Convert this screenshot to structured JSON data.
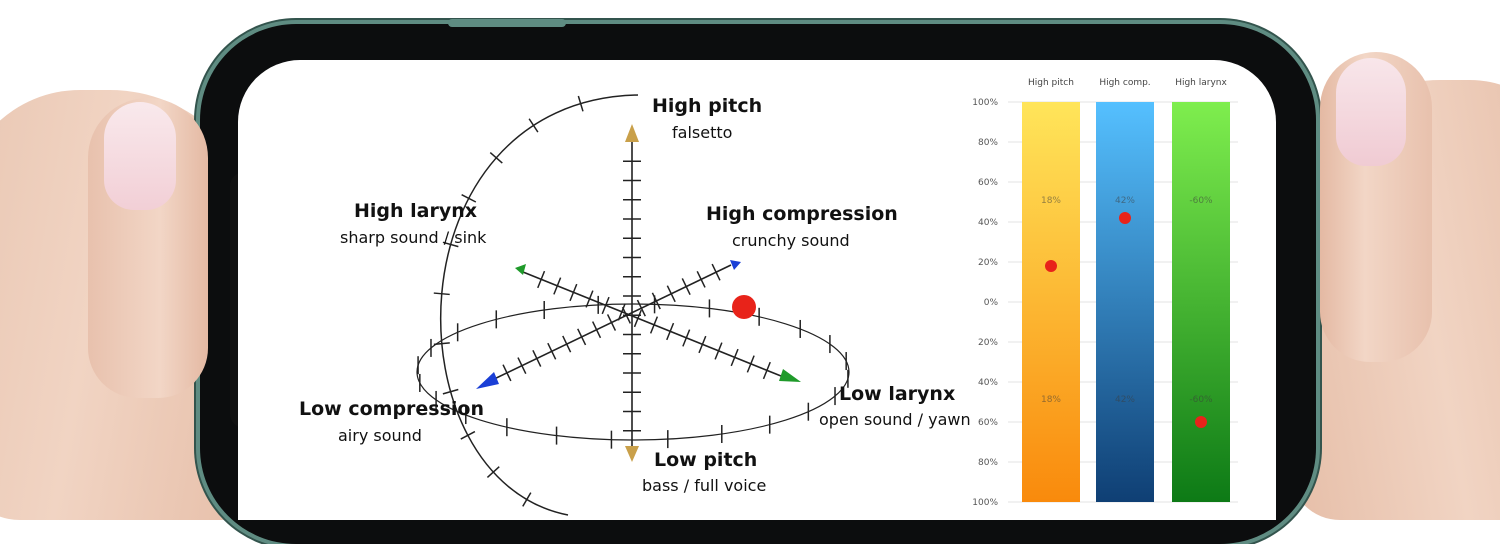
{
  "space": {
    "axes": {
      "high_pitch": {
        "title": "High pitch",
        "subtitle": "falsetto"
      },
      "low_pitch": {
        "title": "Low pitch",
        "subtitle": "bass / full voice"
      },
      "high_larynx": {
        "title": "High larynx",
        "subtitle": "sharp sound / sink"
      },
      "low_larynx": {
        "title": "Low larynx",
        "subtitle": "open sound / yawn"
      },
      "high_compression": {
        "title": "High compression",
        "subtitle": "crunchy sound"
      },
      "low_compression": {
        "title": "Low compression",
        "subtitle": "airy sound"
      }
    },
    "colors": {
      "pitch": "#c9a04a",
      "compression": "#1a3fd6",
      "larynx": "#1f9a2a",
      "marker": "#e8231a"
    }
  },
  "chart_data": {
    "type": "bar",
    "categories": [
      "High pitch",
      "High comp.",
      "High larynx"
    ],
    "y_tick_labels": [
      "100%",
      "80%",
      "60%",
      "40%",
      "20%",
      "0%",
      "20%",
      "40%",
      "60%",
      "80%",
      "100%"
    ],
    "ylim": [
      -100,
      100
    ],
    "series": [
      {
        "values": [
          18,
          42,
          -60
        ]
      }
    ],
    "value_labels_top": [
      "18%",
      "42%",
      "-60%"
    ],
    "value_labels_bottom": [
      "18%",
      "42%",
      "-60%"
    ],
    "bar_colors": [
      {
        "top": "#ffe55a",
        "bottom": "#f98a0c"
      },
      {
        "top": "#55c0ff",
        "bottom": "#0f3f74"
      },
      {
        "top": "#7fee4e",
        "bottom": "#0d7a16"
      }
    ],
    "marker_color": "#e8231a"
  }
}
